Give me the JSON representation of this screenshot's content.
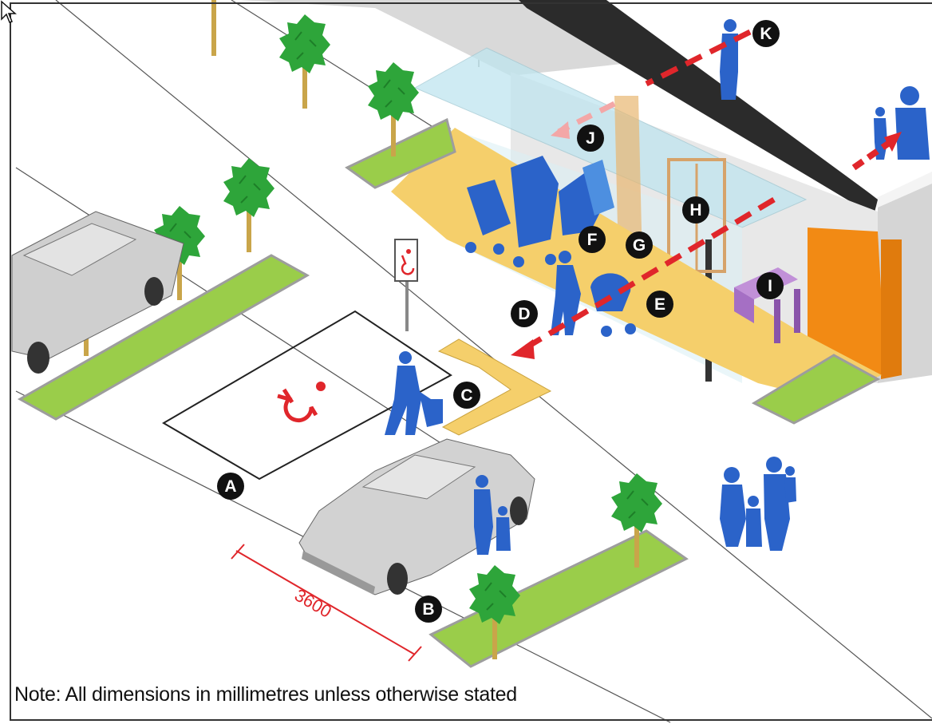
{
  "labels": {
    "a": "A",
    "b": "B",
    "c": "C",
    "d": "D",
    "e": "E",
    "f": "F",
    "g": "G",
    "h": "H",
    "i": "I",
    "j": "J",
    "k": "K"
  },
  "dimension": "3600",
  "note": "Note: All dimensions in millimetres unless otherwise stated",
  "colors": {
    "accessible_red": "#e0262b",
    "figure_blue": "#2b63c9",
    "landscape_green": "#9acd4a",
    "tree_green": "#2ea53a",
    "tactile_yellow": "#f5cf6b",
    "door_orange": "#f28a14",
    "bench_purple": "#a56fc4",
    "glass_blue": "#bfe5ef"
  },
  "icons": [
    "wheelchair-symbol-icon",
    "mouse-pointer-icon"
  ]
}
